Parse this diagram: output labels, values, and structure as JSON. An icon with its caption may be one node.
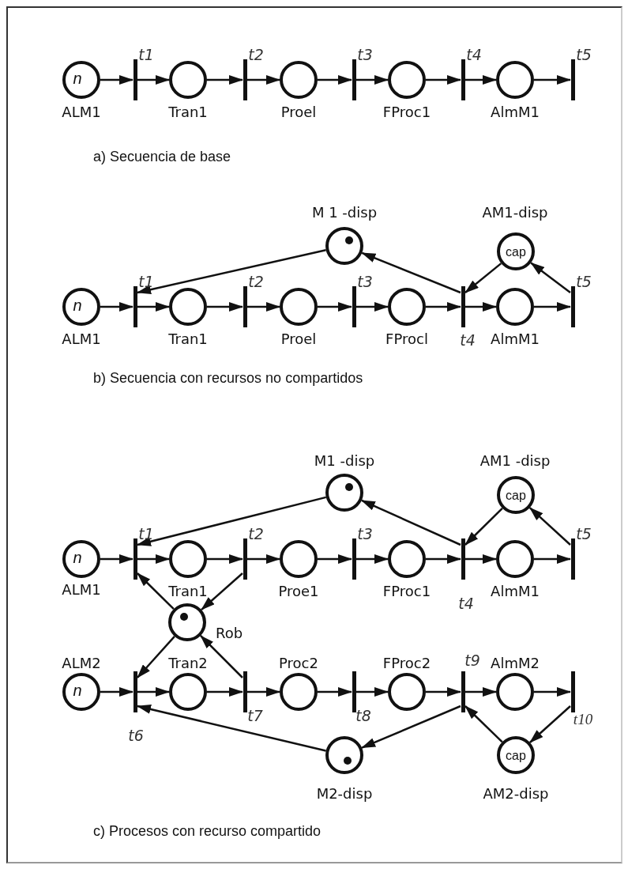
{
  "diagram": {
    "nodes": [
      {
        "text": [
          "n"
        ],
        "beside": [
          "ALM1"
        ]
      },
      {
        "text": [],
        "shape": "bar",
        "beside": [
          "t1"
        ]
      },
      {
        "text": [],
        "shape": "circle",
        "beside": [
          "Tran1"
        ]
      },
      {
        "text": [],
        "shape": "bar",
        "beside": [
          "t2"
        ]
      },
      {
        "text": [],
        "shape": "circle",
        "beside": [
          "Proel"
        ]
      },
      {
        "text": [],
        "shape": "bar",
        "beside": [
          "t3"
        ]
      },
      {
        "text": [],
        "shape": "circle",
        "beside": [
          "FProc1"
        ]
      },
      {
        "text": [],
        "shape": "bar",
        "beside": [
          "t4"
        ]
      },
      {
        "text": [],
        "shape": "circle",
        "beside": [
          "AlmM1"
        ]
      },
      {
        "text": [],
        "shape": "bar",
        "beside": [
          "t5"
        ]
      },
      {
        "text": [],
        "shape": "circle",
        "beside": [
          "M 1 -disp"
        ]
      },
      {
        "text": [
          "cap"
        ],
        "beside": [
          "AM1-disp"
        ]
      },
      {
        "text": [
          "n"
        ],
        "beside": [
          "ALM1"
        ]
      },
      {
        "text": [],
        "shape": "bar",
        "beside": [
          "t1"
        ]
      },
      {
        "text": [],
        "shape": "circle",
        "beside": [
          "Tran1"
        ]
      },
      {
        "text": [],
        "shape": "bar",
        "beside": [
          "t2"
        ]
      },
      {
        "text": [],
        "shape": "circle",
        "beside": [
          "Proel"
        ]
      },
      {
        "text": [],
        "shape": "bar",
        "beside": [
          "t3"
        ]
      },
      {
        "text": [],
        "shape": "circle",
        "beside": [
          "FProcl"
        ]
      },
      {
        "text": [],
        "shape": "bar",
        "beside": [
          "t4"
        ]
      },
      {
        "text": [],
        "shape": "circle",
        "beside": [
          "AlmM1"
        ]
      },
      {
        "text": [],
        "shape": "bar",
        "beside": [
          "t5"
        ]
      },
      {
        "text": [],
        "shape": "circle",
        "beside": [
          "M1 -disp"
        ]
      },
      {
        "text": [
          "cap"
        ],
        "beside": [
          "AM1 -disp"
        ]
      },
      {
        "text": [
          "n"
        ],
        "beside": [
          "ALM1"
        ]
      },
      {
        "text": [],
        "shape": "bar",
        "beside": [
          "t1"
        ]
      },
      {
        "text": [],
        "shape": "circle",
        "beside": [
          "Tran1"
        ]
      },
      {
        "text": [],
        "shape": "bar",
        "beside": [
          "t2"
        ]
      },
      {
        "text": [],
        "shape": "circle",
        "beside": [
          "Proe1"
        ]
      },
      {
        "text": [],
        "shape": "bar",
        "beside": [
          "t3"
        ]
      },
      {
        "text": [],
        "shape": "circle",
        "beside": [
          "FProc1"
        ]
      },
      {
        "text": [],
        "shape": "bar",
        "beside": [
          "t4"
        ]
      },
      {
        "text": [],
        "shape": "circle",
        "beside": [
          "AlmM1"
        ]
      },
      {
        "text": [],
        "shape": "bar",
        "beside": [
          "t5"
        ]
      },
      {
        "text": [],
        "shape": "circle",
        "beside": [
          "Rob"
        ]
      },
      {
        "text": [
          "n"
        ],
        "beside": [
          "ALM2"
        ]
      },
      {
        "text": [],
        "shape": "bar",
        "beside": [
          "t6"
        ]
      },
      {
        "text": [],
        "shape": "circle",
        "beside": [
          "Tran2"
        ]
      },
      {
        "text": [],
        "shape": "bar",
        "beside": [
          "t7"
        ]
      },
      {
        "text": [],
        "shape": "circle",
        "beside": [
          "Proc2"
        ]
      },
      {
        "text": [],
        "shape": "bar",
        "beside": [
          "t8"
        ]
      },
      {
        "text": [],
        "shape": "circle",
        "beside": [
          "FProc2"
        ]
      },
      {
        "text": [],
        "shape": "bar",
        "beside": [
          "t9"
        ]
      },
      {
        "text": [],
        "shape": "circle",
        "beside": [
          "AlmM2"
        ]
      },
      {
        "text": [],
        "shape": "bar",
        "beside": [
          "t10"
        ]
      },
      {
        "text": [],
        "shape": "circle",
        "beside": [
          "M2-disp"
        ]
      },
      {
        "text": [
          "cap"
        ],
        "beside": [
          "AM2-disp"
        ]
      }
    ],
    "edges": [
      {
        "from": 0,
        "to": 1,
        "arrow": "to"
      },
      {
        "from": 1,
        "to": 2,
        "arrow": "to"
      },
      {
        "from": 2,
        "to": 3,
        "arrow": "to"
      },
      {
        "from": 3,
        "to": 4,
        "arrow": "to"
      },
      {
        "from": 4,
        "to": 5,
        "arrow": "to"
      },
      {
        "from": 5,
        "to": 6,
        "arrow": "to"
      },
      {
        "from": 6,
        "to": 7,
        "arrow": "to"
      },
      {
        "from": 7,
        "to": 8,
        "arrow": "to"
      },
      {
        "from": 8,
        "to": 9,
        "arrow": "to"
      },
      {
        "from": 12,
        "to": 13,
        "arrow": "to"
      },
      {
        "from": 13,
        "to": 14,
        "arrow": "to"
      },
      {
        "from": 14,
        "to": 15,
        "arrow": "to"
      },
      {
        "from": 15,
        "to": 16,
        "arrow": "to"
      },
      {
        "from": 16,
        "to": 17,
        "arrow": "to"
      },
      {
        "from": 17,
        "to": 18,
        "arrow": "to"
      },
      {
        "from": 18,
        "to": 19,
        "arrow": "to"
      },
      {
        "from": 19,
        "to": 20,
        "arrow": "to"
      },
      {
        "from": 20,
        "to": 21,
        "arrow": "to"
      },
      {
        "from": 10,
        "to": 13,
        "arrow": "to"
      },
      {
        "from": 19,
        "to": 10,
        "arrow": "to"
      },
      {
        "from": 11,
        "to": 19,
        "arrow": "to"
      },
      {
        "from": 21,
        "to": 11,
        "arrow": "to"
      },
      {
        "from": 24,
        "to": 25,
        "arrow": "to"
      },
      {
        "from": 25,
        "to": 26,
        "arrow": "to"
      },
      {
        "from": 26,
        "to": 27,
        "arrow": "to"
      },
      {
        "from": 27,
        "to": 28,
        "arrow": "to"
      },
      {
        "from": 28,
        "to": 29,
        "arrow": "to"
      },
      {
        "from": 29,
        "to": 30,
        "arrow": "to"
      },
      {
        "from": 30,
        "to": 31,
        "arrow": "to"
      },
      {
        "from": 31,
        "to": 32,
        "arrow": "to"
      },
      {
        "from": 32,
        "to": 33,
        "arrow": "to"
      },
      {
        "from": 22,
        "to": 25,
        "arrow": "to"
      },
      {
        "from": 31,
        "to": 22,
        "arrow": "to"
      },
      {
        "from": 23,
        "to": 31,
        "arrow": "to"
      },
      {
        "from": 33,
        "to": 23,
        "arrow": "to"
      },
      {
        "from": 34,
        "to": 25,
        "arrow": "to"
      },
      {
        "from": 27,
        "to": 34,
        "arrow": "to"
      },
      {
        "from": 35,
        "to": 36,
        "arrow": "to"
      },
      {
        "from": 36,
        "to": 37,
        "arrow": "to"
      },
      {
        "from": 37,
        "to": 38,
        "arrow": "to"
      },
      {
        "from": 38,
        "to": 39,
        "arrow": "to"
      },
      {
        "from": 39,
        "to": 40,
        "arrow": "to"
      },
      {
        "from": 40,
        "to": 41,
        "arrow": "to"
      },
      {
        "from": 41,
        "to": 42,
        "arrow": "to"
      },
      {
        "from": 42,
        "to": 43,
        "arrow": "to"
      },
      {
        "from": 43,
        "to": 44,
        "arrow": "to"
      },
      {
        "from": 34,
        "to": 36,
        "arrow": "to"
      },
      {
        "from": 38,
        "to": 34,
        "arrow": "to"
      },
      {
        "from": 45,
        "to": 36,
        "arrow": "to"
      },
      {
        "from": 42,
        "to": 45,
        "arrow": "to"
      },
      {
        "from": 46,
        "to": 42,
        "arrow": "to"
      },
      {
        "from": 44,
        "to": 46,
        "arrow": "to"
      }
    ],
    "labels": [
      "a) Secuencia de base",
      "b) Secuencia con recursos no compartidos",
      "c) Procesos con recurso compartido"
    ]
  }
}
